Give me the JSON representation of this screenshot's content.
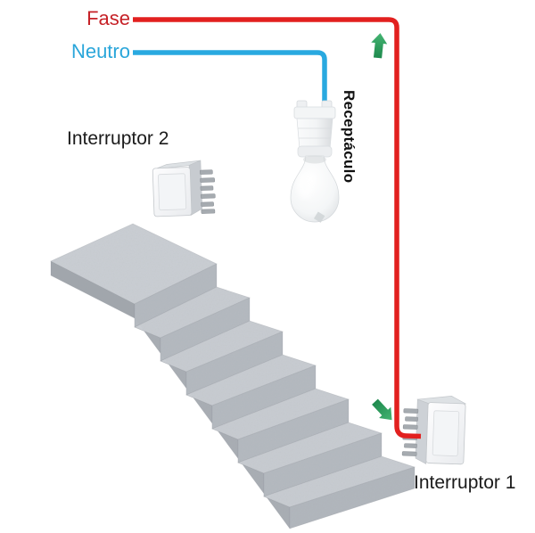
{
  "diagram": {
    "title": "Stairway two-way switch wiring diagram",
    "labels": {
      "fase": "Fase",
      "neutro": "Neutro",
      "receptaculo": "Receptáculo",
      "interruptor_1": "Interruptor 1",
      "interruptor_2": "Interruptor 2"
    },
    "colors": {
      "fase_label": "#c62127",
      "fase_wire": "#e2201f",
      "neutro_label": "#2aa6da",
      "neutro_wire": "#29a9e0",
      "arrow_green_light": "#44b472",
      "arrow_green_dark": "#1f8a4e",
      "concrete_tread": "#c9cdd2",
      "concrete_riser": "#b5bac0",
      "concrete_side": "#a9aeb4",
      "label_text": "#1b1b1b"
    },
    "icons": {
      "arrow_up": "arrow-up-icon",
      "arrow_down_right": "arrow-down-right-icon"
    }
  }
}
